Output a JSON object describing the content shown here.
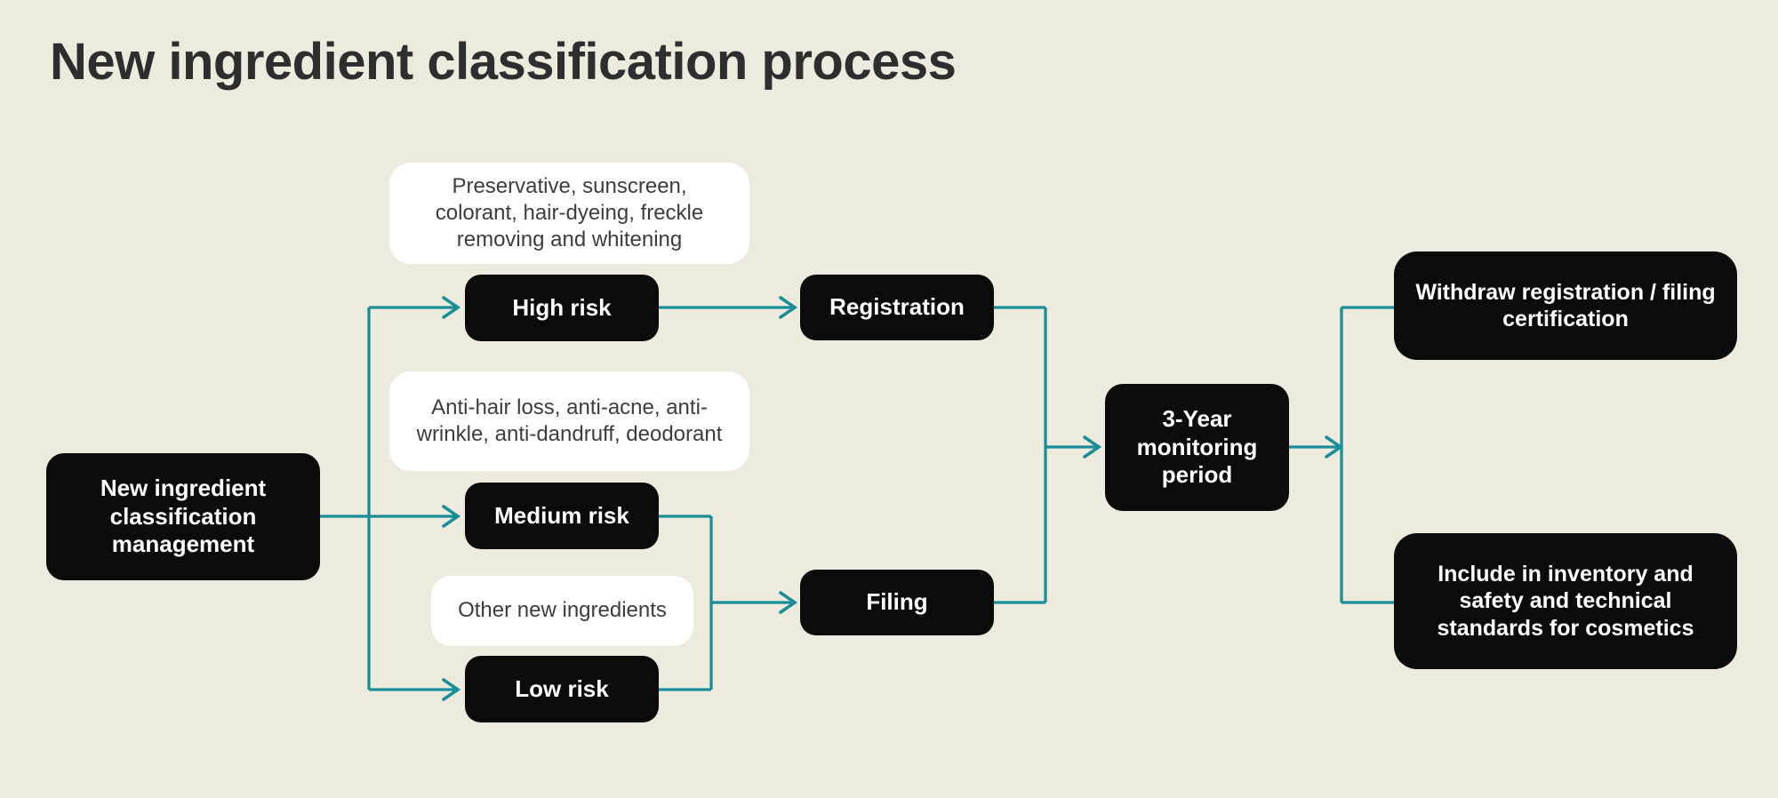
{
  "page": {
    "title": "New ingredient classification process"
  },
  "colors": {
    "background": "#ecebde",
    "node_black": "#0b0b0b",
    "node_white": "#ffffff",
    "connector": "#1a8e98",
    "title_text": "#2e2e2e",
    "note_text": "#3d3d3d",
    "node_text": "#ffffff"
  },
  "nodes": {
    "management": {
      "label": "New ingredient classification management"
    },
    "high_risk": {
      "label": "High risk"
    },
    "medium_risk": {
      "label": "Medium risk"
    },
    "low_risk": {
      "label": "Low risk"
    },
    "registration": {
      "label": "Registration"
    },
    "filing": {
      "label": "Filing"
    },
    "monitoring": {
      "label": "3-Year monitoring period"
    },
    "withdraw": {
      "label": "Withdraw registration / filing certification"
    },
    "include_inventory": {
      "label": "Include in inventory and safety and technical standards for cosmetics"
    }
  },
  "notes": {
    "high_risk_examples": {
      "label": "Preservative, sunscreen, colorant, hair-dyeing, freckle removing and whitening"
    },
    "medium_risk_examples": {
      "label": "Anti-hair loss, anti-acne, anti-wrinkle, anti-dandruff, deodorant"
    },
    "low_risk_examples": {
      "label": "Other new ingredients"
    }
  }
}
